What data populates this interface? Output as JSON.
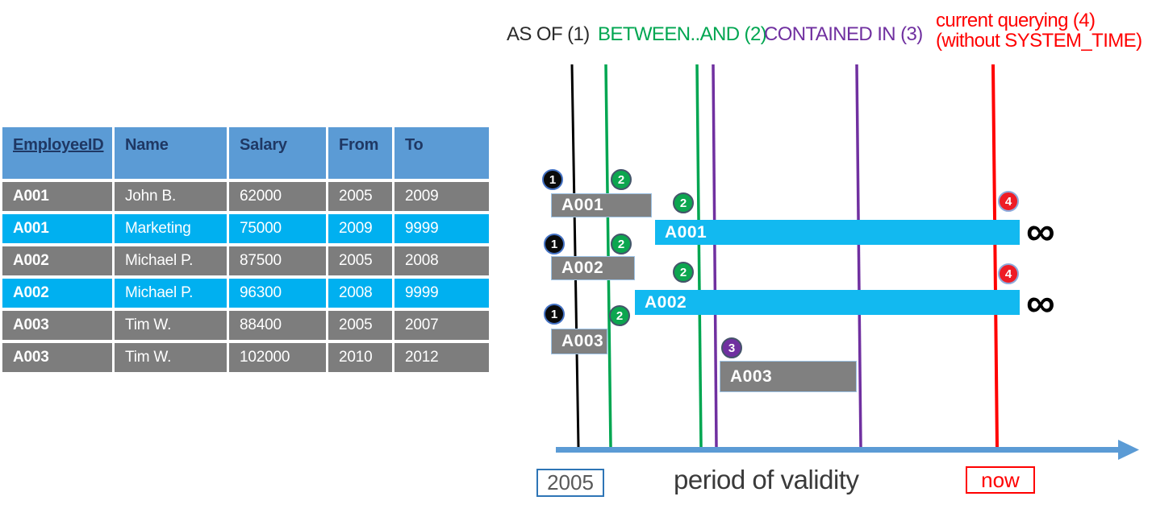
{
  "colors": {
    "header_blue": "#5b9bd5",
    "row_gray": "#7d7d7d",
    "row_cyan": "#00b0f0",
    "bar_gray": "#808080",
    "bar_cyan": "#12b9f0",
    "green": "#00a651",
    "purple": "#7030a0",
    "red": "#ff0000",
    "black": "#0a0a0a",
    "axis_blue": "#5b9bd5",
    "header_text_navy": "#1f3864"
  },
  "table": {
    "headers": [
      "EmployeeID",
      "Name",
      "Salary",
      "From",
      "To"
    ],
    "rows": [
      {
        "employee_id": "A001",
        "name": "John B.",
        "salary": "62000",
        "from": "2005",
        "to": "2009",
        "style": "gray"
      },
      {
        "employee_id": "A001",
        "name": "Marketing",
        "salary": "75000",
        "from": "2009",
        "to": "9999",
        "style": "cyan"
      },
      {
        "employee_id": "A002",
        "name": "Michael P.",
        "salary": "87500",
        "from": "2005",
        "to": "2008",
        "style": "gray"
      },
      {
        "employee_id": "A002",
        "name": "Michael P.",
        "salary": "96300",
        "from": "2008",
        "to": "9999",
        "style": "cyan"
      },
      {
        "employee_id": "A003",
        "name": "Tim W.",
        "salary": "88400",
        "from": "2005",
        "to": "2007",
        "style": "gray"
      },
      {
        "employee_id": "A003",
        "name": "Tim W.",
        "salary": "102000",
        "from": "2010",
        "to": "2012",
        "style": "gray"
      }
    ]
  },
  "legend": {
    "as_of": "AS OF (1)",
    "between_and": "BETWEEN..AND (2)",
    "contained_in": "CONTAINED IN (3)",
    "current_line1": "current querying (4)",
    "current_line2": "(without SYSTEM_TIME)"
  },
  "diagram": {
    "markers": {
      "as_of": "1",
      "between_and": "2",
      "contained_in": "3",
      "current": "4"
    },
    "bars": {
      "a001_old": "A001",
      "a001_current": "A001",
      "a002_old": "A002",
      "a002_current": "A002",
      "a003_old": "A003",
      "a003_contained": "A003"
    },
    "infinity_symbol": "∞",
    "axis": {
      "origin_label": "2005",
      "title": "period of validity",
      "now_label": "now"
    }
  }
}
